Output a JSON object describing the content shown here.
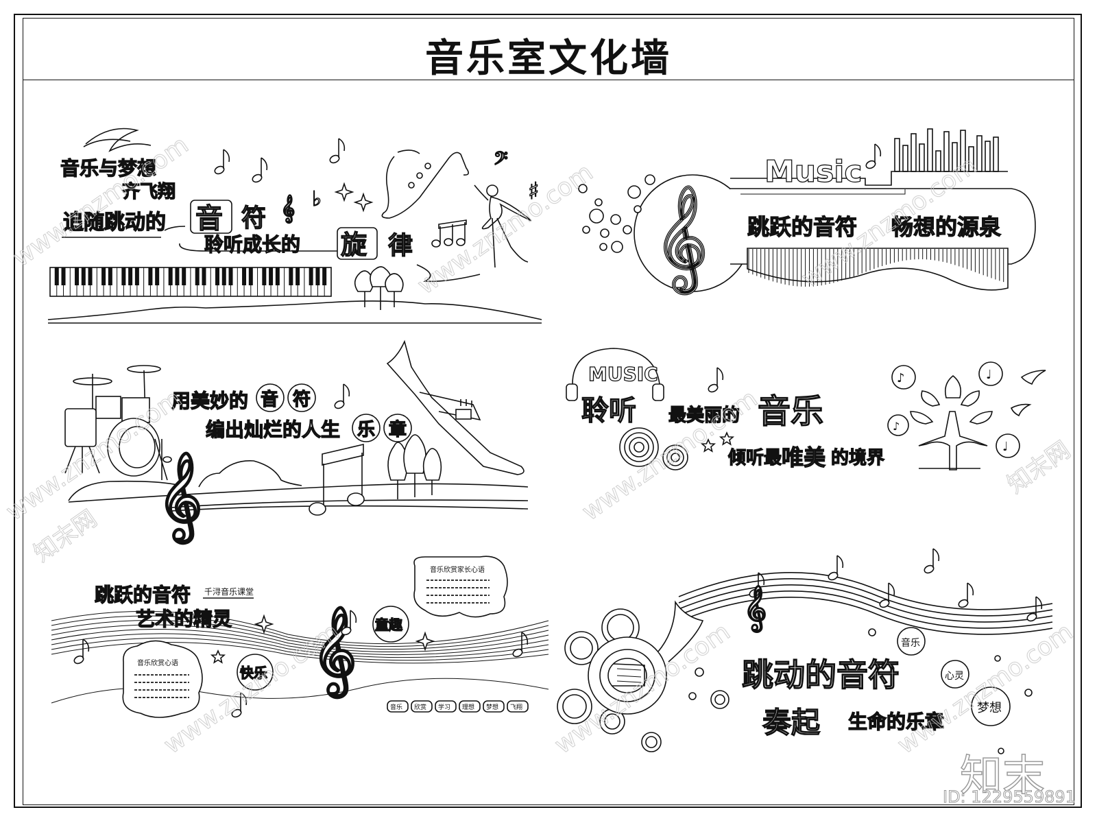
{
  "title": "音乐室文化墙",
  "watermark": {
    "domain": "www.znzmo.com",
    "cn": "知末网",
    "logo": "知末",
    "id": "ID: 1229559891"
  },
  "panels": [
    {
      "id": "panel-1",
      "lines": [
        "音乐与梦想",
        "齐飞翔",
        "追随跳动的",
        "音",
        "符",
        "聆听成长的",
        "旋",
        "律"
      ]
    },
    {
      "id": "panel-2",
      "lines": [
        "Music",
        "跳跃的音符",
        "畅想的源泉"
      ]
    },
    {
      "id": "panel-3",
      "lines": [
        "用美妙的",
        "音",
        "符",
        "编出灿烂的人生",
        "乐",
        "章"
      ]
    },
    {
      "id": "panel-4",
      "lines": [
        "MUSIC",
        "聆听",
        "最美丽的",
        "音乐",
        "倾听最",
        "唯美",
        "的境界"
      ]
    },
    {
      "id": "panel-5",
      "lines": [
        "跳跃的音符",
        "艺术的精灵",
        "千浔音乐课堂",
        "童趣",
        "快乐",
        "音乐欣赏家长心语",
        "音乐欣赏心语",
        "音乐",
        "欣赏",
        "学习",
        "理想",
        "梦想",
        "飞翔"
      ]
    },
    {
      "id": "panel-6",
      "lines": [
        "跳动的音符",
        "奏起",
        "生命的乐章",
        "音乐",
        "心灵",
        "梦想"
      ]
    }
  ],
  "icons": [
    "treble-clef-icon",
    "eighth-note-icon",
    "saxophone-icon",
    "ballerina-icon",
    "piano-keys-icon",
    "drum-kit-icon",
    "trumpet-icon",
    "french-horn-icon",
    "tree-icon",
    "dove-icon",
    "star-icon",
    "sharp-icon",
    "bass-clef-icon"
  ]
}
